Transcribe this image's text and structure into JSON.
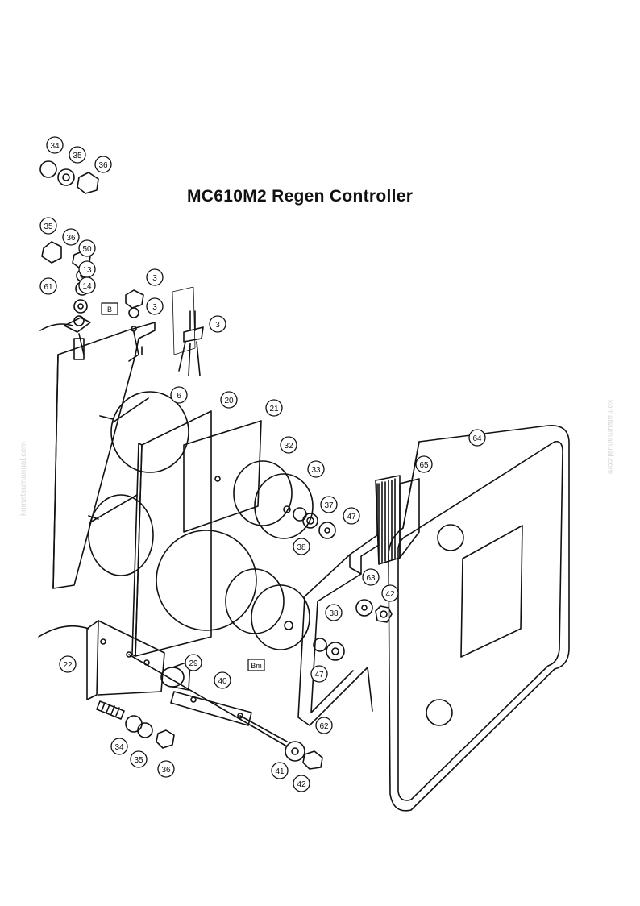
{
  "title": "MC610M2  Regen Controller",
  "watermark": "komatsumanual.com",
  "callouts": [
    "34",
    "35",
    "36",
    "35",
    "36",
    "50",
    "13",
    "14",
    "61",
    "3",
    "3",
    "3",
    "6",
    "20",
    "21",
    "32",
    "33",
    "37",
    "47",
    "38",
    "65",
    "64",
    "63",
    "42",
    "38",
    "47",
    "22",
    "29",
    "40",
    "62",
    "34",
    "35",
    "36",
    "41",
    "42"
  ],
  "tags": [
    "B",
    "Bm"
  ]
}
